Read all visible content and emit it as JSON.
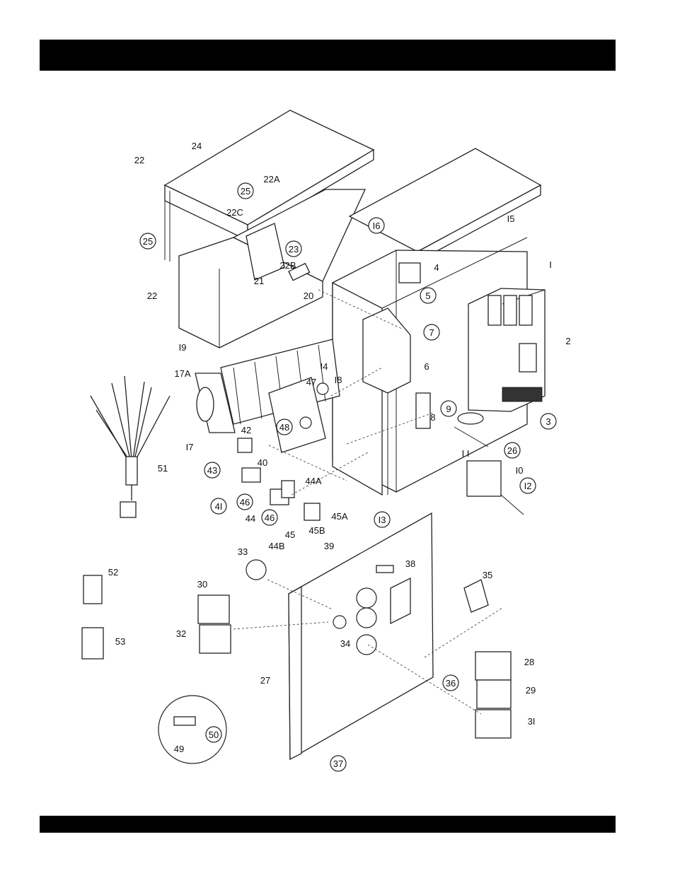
{
  "labels": {
    "l1": "I",
    "l2": "2",
    "l3": "3",
    "l4": "4",
    "l5": "5",
    "l6": "6",
    "l7": "7",
    "l8": "8",
    "l9": "9",
    "l10": "I0",
    "l11": "I I",
    "l12": "I2",
    "l13": "I3",
    "l14": "I4",
    "l15": "I5",
    "l16": "I6",
    "l17": "I7",
    "l17a": "17A",
    "l18": "I8",
    "l19": "I9",
    "l20": "20",
    "l21": "21",
    "l22top": "22",
    "l22": "22",
    "l22a": "22A",
    "l22b": "22B",
    "l22c": "22C",
    "l23": "23",
    "l24": "24",
    "l25a": "25",
    "l25b": "25",
    "l26": "26",
    "l27": "27",
    "l28": "28",
    "l29": "29",
    "l30": "30",
    "l31": "3I",
    "l32": "32",
    "l33": "33",
    "l34": "34",
    "l35": "35",
    "l36": "36",
    "l37": "37",
    "l38": "38",
    "l39": "39",
    "l40": "40",
    "l41": "4I",
    "l42": "42",
    "l43": "43",
    "l44": "44",
    "l44a": "44A",
    "l44b": "44B",
    "l45": "45",
    "l45a": "45A",
    "l45b": "45B",
    "l46a": "46",
    "l46b": "46",
    "l47": "47",
    "l48": "48",
    "l49": "49",
    "l50": "50",
    "l51": "51",
    "l52": "52",
    "l53": "53"
  }
}
